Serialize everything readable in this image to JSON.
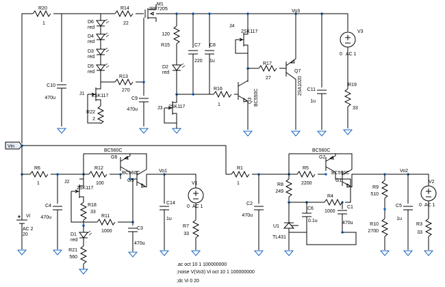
{
  "labels": {
    "R20": "R20",
    "R20_v": "1",
    "R14": "R14",
    "R14_v": "22",
    "M1": "M1",
    "M1_v": "IRF7205",
    "D6a": "D6",
    "D6a_v": "red",
    "D4": "D4",
    "D4_v": "red",
    "D3": "D3",
    "D3_v": "red",
    "D5": "D5",
    "D5_v": "red",
    "R13": "R13",
    "R13_v": "270",
    "C10": "C10",
    "C10_v": "470u",
    "J1": "J1",
    "J1_v": "2SK117",
    "R22": "R22",
    "R22_v": "2",
    "C9": "C9",
    "C9_v": "470u",
    "R15": "R15",
    "R15_v": "120",
    "D2": "D2",
    "D2_v": "red",
    "J3": "J3",
    "J3_v": "2SK117",
    "C7": "C7",
    "C7_v": "220",
    "C8": "C8",
    "C8_v": "1u",
    "J4": "J4",
    "J4_v": "2SK117",
    "R17": "R17",
    "R17_v": "27",
    "Q7": "Q7",
    "Q7_v": "2SA1020",
    "R16": "R16",
    "R16_v": "1",
    "Q3": "Q3",
    "Q3_v": "BC550C",
    "C11": "C11",
    "C11_v": "1u",
    "R19": "R19",
    "R19_v": "33",
    "V3": "V3",
    "V3_v": "0",
    "V3_ac": "AC 1",
    "Vo3": "Vo3",
    "Vin": "Vin",
    "R6": "R6",
    "R6_v": "1",
    "R12": "R12",
    "R12_v": "100",
    "G6": "G6",
    "G6_v": "BC560C",
    "G5": "G5",
    "G5_v": "BC560C",
    "Vo1": "Vo1",
    "V1": "V1",
    "V1_v": "0",
    "V1_ac": "AC 1",
    "J2": "J2",
    "J2_v": "2SK117",
    "R18": "R18",
    "R18_v": "33",
    "R11": "R11",
    "R11_v": "1000",
    "C4": "C4",
    "C4_v": "470u",
    "C14": "C14",
    "C14_v": "1u",
    "R7": "R7",
    "R7_v": "33",
    "C3": "C3",
    "C3_v": "470u",
    "D1": "D1",
    "D1_v": "red",
    "R21": "R21",
    "R21_v": "560",
    "Vi": "Vi",
    "Vi_v1": "AC 2",
    "Vi_v2": "20",
    "R1": "R1",
    "R1_v": "1",
    "G2": "G2",
    "G2_v": "BC560C",
    "R5": "R5",
    "R5_v": "2200",
    "G1": "G1",
    "G1_v": "BC550C",
    "Vo2": "Vo2",
    "R8": "R8",
    "R8_v": "249",
    "C6": "C6",
    "C6_v": "0.1u",
    "R4": "R4",
    "R4_v": "1000",
    "C1": "C1",
    "C1_v": "470u",
    "R9": "R9",
    "R9_v": "510",
    "C2": "C2",
    "C2_v": "470u",
    "C5": "C5",
    "C5_v": "1u",
    "R10": "R10",
    "R10_v": "2700",
    "V2": "V2",
    "V2_v": "0",
    "V2_ac": "AC 1",
    "R3": "R3",
    "R3_v": "33",
    "U1": "U1",
    "U1_v": "TL431"
  },
  "directives": [
    ".ac oct 10 1 100000000",
    ";noise V(Vo3) Vi oct 10 1 100000000",
    ";dc Vi 0 20"
  ]
}
